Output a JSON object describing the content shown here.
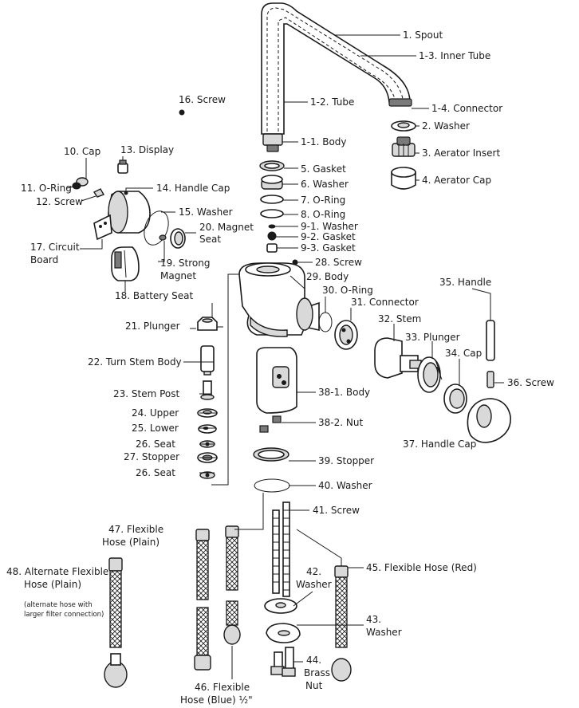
{
  "labels": {
    "p1": "1. Spout",
    "p1_3": "1-3. Inner Tube",
    "p1_2": "1-2. Tube",
    "p1_4": "1-4. Connector",
    "p2": "2. Washer",
    "p3": "3. Aerator Insert",
    "p4": "4. Aerator Cap",
    "p1_1": "1-1. Body",
    "p5": "5. Gasket",
    "p6": "6. Washer",
    "p7": "7. O-Ring",
    "p8": "8. O-Ring",
    "p9_1": "9-1. Washer",
    "p9_2": "9-2. Gasket",
    "p9_3": "9-3. Gasket",
    "p16": "16. Screw",
    "p10": "10. Cap",
    "p13": "13. Display",
    "p11": "11. O-Ring",
    "p12": "12. Screw",
    "p14": "14. Handle Cap",
    "p15": "15. Washer",
    "p20_a": "20. Magnet",
    "p20_b": "Seat",
    "p17_a": "17. Circuit",
    "p17_b": "Board",
    "p19_a": "19. Strong",
    "p19_b": "Magnet",
    "p18": "18. Battery Seat",
    "p28": "28. Screw",
    "p29": "29. Body",
    "p30": "30. O-Ring",
    "p31": "31. Connector",
    "p35": "35. Handle",
    "p32": "32. Stem",
    "p33": "33. Plunger",
    "p34": "34. Cap",
    "p36": "36. Screw",
    "p21": "21. Plunger",
    "p22": "22. Turn Stem Body",
    "p23": "23. Stem Post",
    "p24": "24. Upper",
    "p25": "25. Lower",
    "p26a": "26. Seat",
    "p27": "27. Stopper",
    "p26b": "26. Seat",
    "p38_1": "38-1. Body",
    "p38_2": "38-2. Nut",
    "p37": "37. Handle Cap",
    "p39": "39. Stopper",
    "p40": "40. Washer",
    "p41": "41. Screw",
    "p47_a": "47. Flexible",
    "p47_b": "Hose (Plain)",
    "p48_a": "48. Alternate Flexible",
    "p48_b": "Hose (Plain)",
    "p48_c": "(alternate hose with",
    "p48_d": "larger filter connection)",
    "p42_a": "42.",
    "p42_b": "Washer",
    "p45": "45. Flexible Hose (Red)",
    "p43_a": "43.",
    "p43_b": "Washer",
    "p44_a": "44.",
    "p44_b": "Brass",
    "p44_c": "Nut",
    "p46_a": "46. Flexible",
    "p46_b": "Hose (Blue) ½\""
  }
}
